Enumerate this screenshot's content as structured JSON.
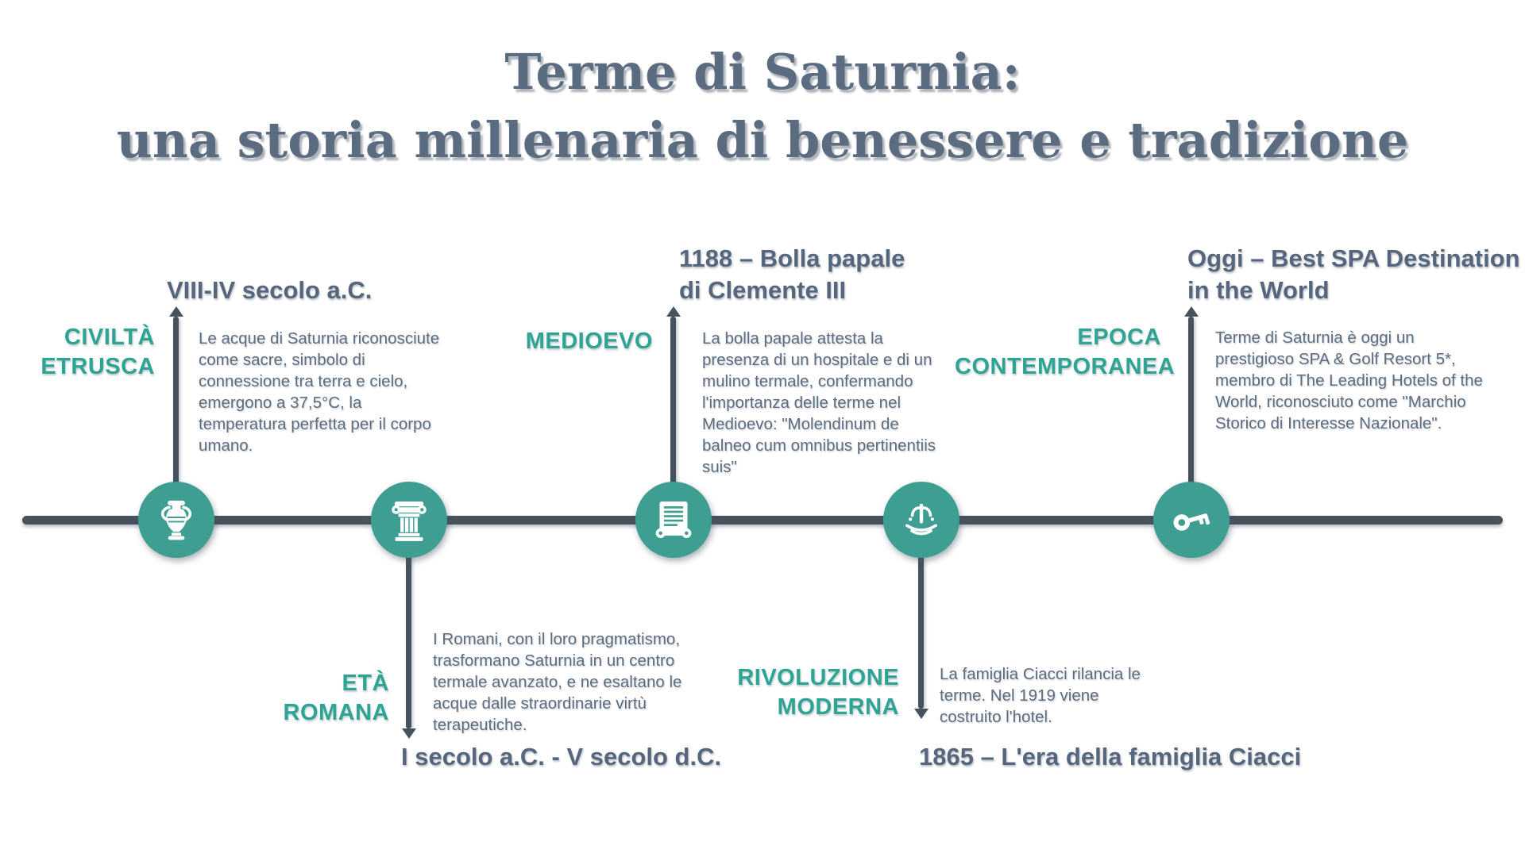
{
  "background": "#ffffff",
  "colors": {
    "teal_node": "#3f9e92",
    "teal_label": "#2da494",
    "timeline_line": "#46525e",
    "heading_text": "#55667d",
    "body_text": "#5d6d80",
    "icon_color": "#ffffff"
  },
  "title": {
    "line1": "Terme di Saturnia:",
    "line2": "una storia millenaria di benessere e tradizione"
  },
  "timeline": {
    "entries": [
      {
        "id": "civilta-etrusca",
        "position": "above",
        "icon": "amphora-icon",
        "date": "VIII-IV secolo a.C.",
        "label_lines": [
          "CIVILTÀ",
          "ETRUSCA"
        ],
        "description": "Le acque di Saturnia riconosciute come sacre, simbolo di connessione tra terra e cielo, emergono a 37,5°C, la temperatura perfetta per il corpo umano."
      },
      {
        "id": "eta-romana",
        "position": "below",
        "icon": "roman-column-icon",
        "date": "I secolo a.C. - V secolo d.C.",
        "label_lines": [
          "ETÀ",
          "ROMANA"
        ],
        "description": "I Romani, con il loro pragmatismo, trasformano Saturnia in un centro termale avanzato, e ne esaltano le acque dalle straordinarie virtù terapeutiche."
      },
      {
        "id": "medioevo",
        "position": "above",
        "icon": "scroll-icon",
        "date": "1188 – Bolla papale\ndi Clemente III",
        "label_lines": [
          "MEDIOEVO"
        ],
        "description": "La bolla papale attesta la presenza di un hospitale e di un mulino termale, confermando l'importanza delle terme nel Medioevo: \"Molendinum de balneo cum omnibus pertinentiis suis\""
      },
      {
        "id": "rivoluzione-moderna",
        "position": "below",
        "icon": "fountain-icon",
        "date": "1865 – L'era della famiglia Ciacci",
        "label_lines": [
          "RIVOLUZIONE",
          "MODERNA"
        ],
        "description": "La famiglia Ciacci rilancia le terme. Nel 1919 viene costruito l'hotel."
      },
      {
        "id": "epoca-contemporanea",
        "position": "above",
        "icon": "key-icon",
        "date": "Oggi – Best SPA Destination\nin the World",
        "label_lines": [
          "EPOCA",
          "CONTEMPORANEA"
        ],
        "description": "Terme di Saturnia è oggi un prestigioso SPA & Golf Resort 5*, membro di The Leading Hotels of the World, riconosciuto come \"Marchio Storico di Interesse Nazionale\"."
      }
    ]
  }
}
